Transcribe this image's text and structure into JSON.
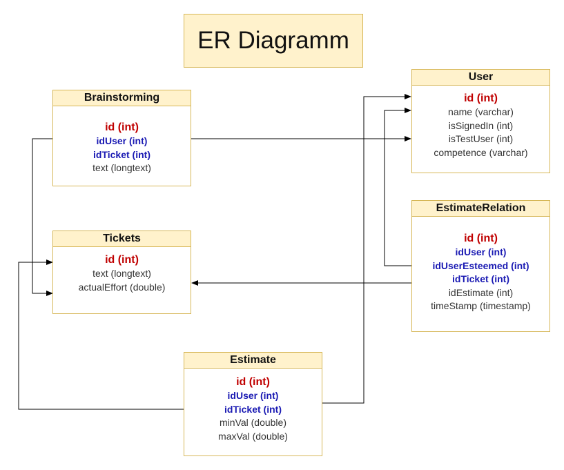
{
  "title": "ER Diagramm",
  "entities": {
    "user": {
      "name": "User",
      "attributes": [
        {
          "text": "id (int)",
          "kind": "pk"
        },
        {
          "text": "name (varchar)",
          "kind": "normal"
        },
        {
          "text": "isSignedIn (int)",
          "kind": "normal"
        },
        {
          "text": "isTestUser (int)",
          "kind": "normal"
        },
        {
          "text": "competence (varchar)",
          "kind": "normal"
        }
      ]
    },
    "brainstorming": {
      "name": "Brainstorming",
      "attributes": [
        {
          "text": "id (int)",
          "kind": "pk"
        },
        {
          "text": "idUser (int)",
          "kind": "fk"
        },
        {
          "text": "idTicket (int)",
          "kind": "fk"
        },
        {
          "text": "text (longtext)",
          "kind": "normal"
        }
      ]
    },
    "tickets": {
      "name": "Tickets",
      "attributes": [
        {
          "text": "id (int)",
          "kind": "pk"
        },
        {
          "text": "text (longtext)",
          "kind": "normal"
        },
        {
          "text": "actualEffort (double)",
          "kind": "normal"
        }
      ]
    },
    "estimate_relation": {
      "name": "EstimateRelation",
      "attributes": [
        {
          "text": "id (int)",
          "kind": "pk"
        },
        {
          "text": "idUser (int)",
          "kind": "fk"
        },
        {
          "text": "idUserEsteemed (int)",
          "kind": "fk"
        },
        {
          "text": "idTicket (int)",
          "kind": "fk"
        },
        {
          "text": "idEstimate (int)",
          "kind": "normal"
        },
        {
          "text": "timeStamp (timestamp)",
          "kind": "normal"
        }
      ]
    },
    "estimate": {
      "name": "Estimate",
      "attributes": [
        {
          "text": "id (int)",
          "kind": "pk"
        },
        {
          "text": "idUser (int)",
          "kind": "fk"
        },
        {
          "text": "idTicket (int)",
          "kind": "fk"
        },
        {
          "text": "minVal (double)",
          "kind": "normal"
        },
        {
          "text": "maxVal (double)",
          "kind": "normal"
        }
      ]
    }
  },
  "relations": [
    {
      "from": "Brainstorming.idUser",
      "to": "User"
    },
    {
      "from": "Brainstorming.idTicket",
      "to": "Tickets"
    },
    {
      "from": "EstimateRelation.idUser",
      "to": "User"
    },
    {
      "from": "EstimateRelation.idTicket",
      "to": "Tickets"
    },
    {
      "from": "Estimate.idUser",
      "to": "User"
    },
    {
      "from": "Estimate.idTicket",
      "to": "Tickets"
    }
  ],
  "colors": {
    "header_fill": "#fff2cc",
    "border": "#d6b656",
    "primary_key": "#c00000",
    "foreign_key": "#1a1ab3",
    "normal_text": "#333333",
    "edge": "#000000"
  }
}
